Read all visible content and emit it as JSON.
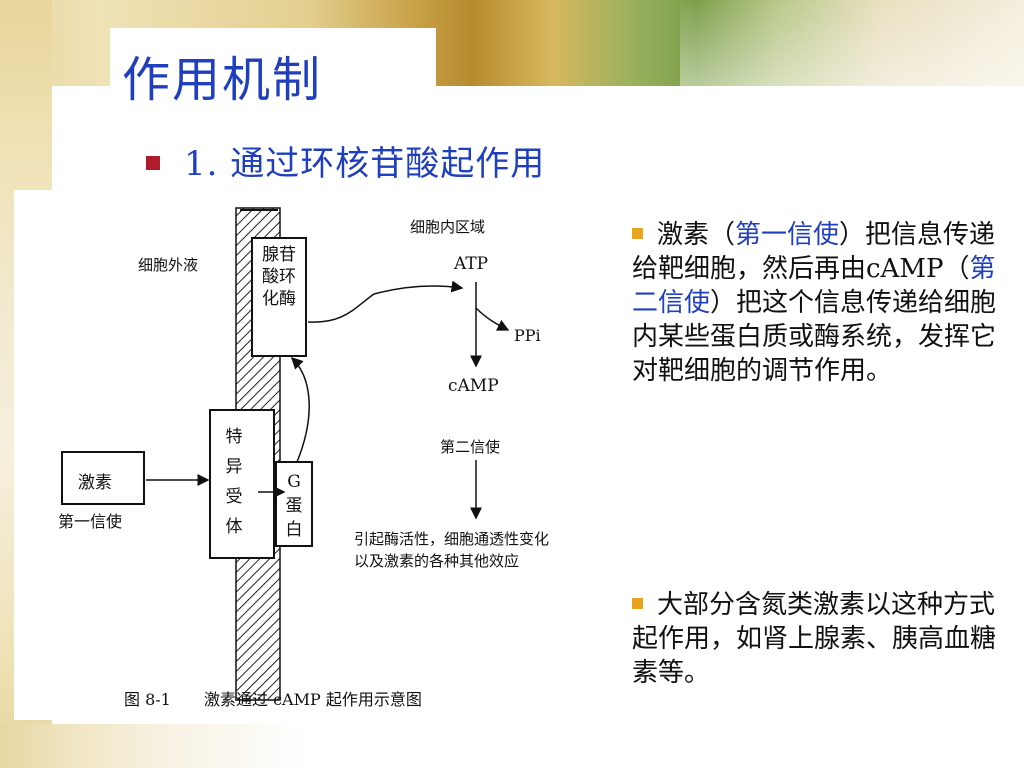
{
  "slide": {
    "title": "作用机制",
    "subtitle": "1.  通过环核苷酸起作用",
    "accent_blue": "#1f3fbf",
    "bullet_red": "#b01c2e",
    "bullet_orange": "#e8a41c"
  },
  "figure": {
    "extracellular_label": "细胞外液",
    "intracellular_label": "细胞内区域",
    "adenylate_cyclase": [
      "腺苷",
      "酸环",
      "化酶"
    ],
    "receptor": [
      "特",
      "异",
      "受",
      "体"
    ],
    "g_protein": [
      "G",
      "蛋",
      "白"
    ],
    "hormone_box": "激素",
    "first_messenger": "第一信使",
    "atp": "ATP",
    "ppi": "PPi",
    "camp": "cAMP",
    "second_messenger": "第二信使",
    "effect_line1": "引起酶活性，细胞通透性变化",
    "effect_line2": "以及激素的各种其他效应",
    "caption_num": "图 8-1",
    "caption_text": "激素通过 cAMP 起作用示意图"
  },
  "text": {
    "p1_a": "激素（",
    "p1_b": "第一信使",
    "p1_c": "）把信息传递给靶细胞，然后再由cAMP（",
    "p1_d": "第二信使",
    "p1_e": "）把这个信息传递给细胞内某些蛋白质或酶系统，发挥它对靶细胞的调节作用。",
    "p2": "大部分含氮类激素以这种方式起作用，如肾上腺素、胰高血糖素等。"
  }
}
